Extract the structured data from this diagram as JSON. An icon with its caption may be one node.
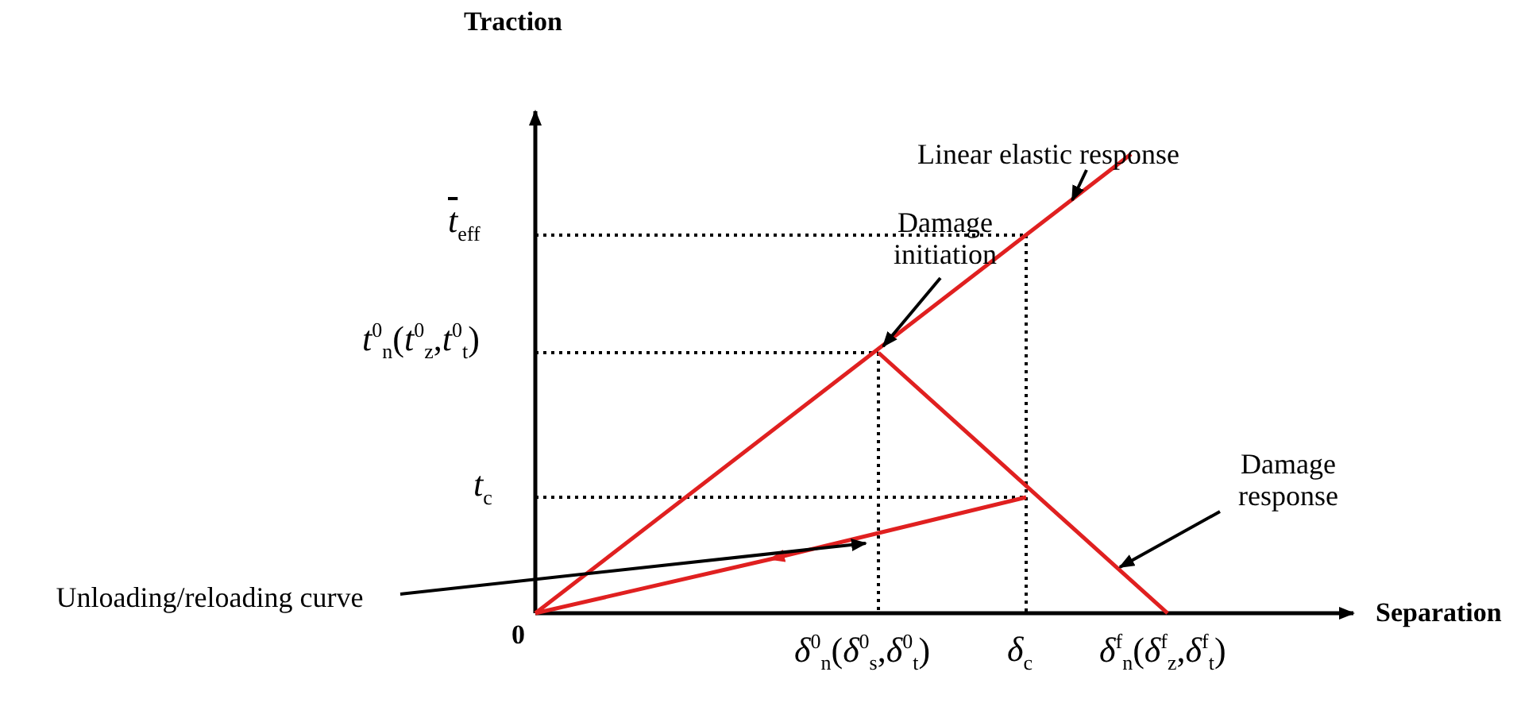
{
  "diagram": {
    "nodes": [
      {
        "text": [
          "Damage initiation"
        ]
      },
      {
        "text": [
          "Linear elastic response"
        ]
      },
      {
        "text": [
          "Damage response"
        ]
      },
      {
        "text": [
          "Unloading/reloading curve"
        ]
      }
    ],
    "edges": [
      {
        "from": 0,
        "to": null,
        "arrow": "to"
      },
      {
        "from": 1,
        "to": null,
        "arrow": "to"
      },
      {
        "from": 2,
        "to": null,
        "arrow": "to"
      },
      {
        "from": 3,
        "to": null,
        "arrow": "to"
      }
    ],
    "labels": [
      "Traction",
      "*t*$_{eff}$",
      "*t*$^{0}$$_{n}$(*t*$^{0}$$_{z}$,*t*$^{0}$$_{t}$)",
      "*t*$_{c}$",
      "0",
      "Separation",
      "*δ*$^{0}$$_{n}$(*δ*$^{0}$$_{s}$,*δ*$^{0}$$_{t}$)",
      "*δ*$_{c}$",
      "*δ*$^{f}$$_{n}$(*δ*$^{f}$$_{z}$,*δ*$^{f}$$_{t}$)"
    ]
  }
}
